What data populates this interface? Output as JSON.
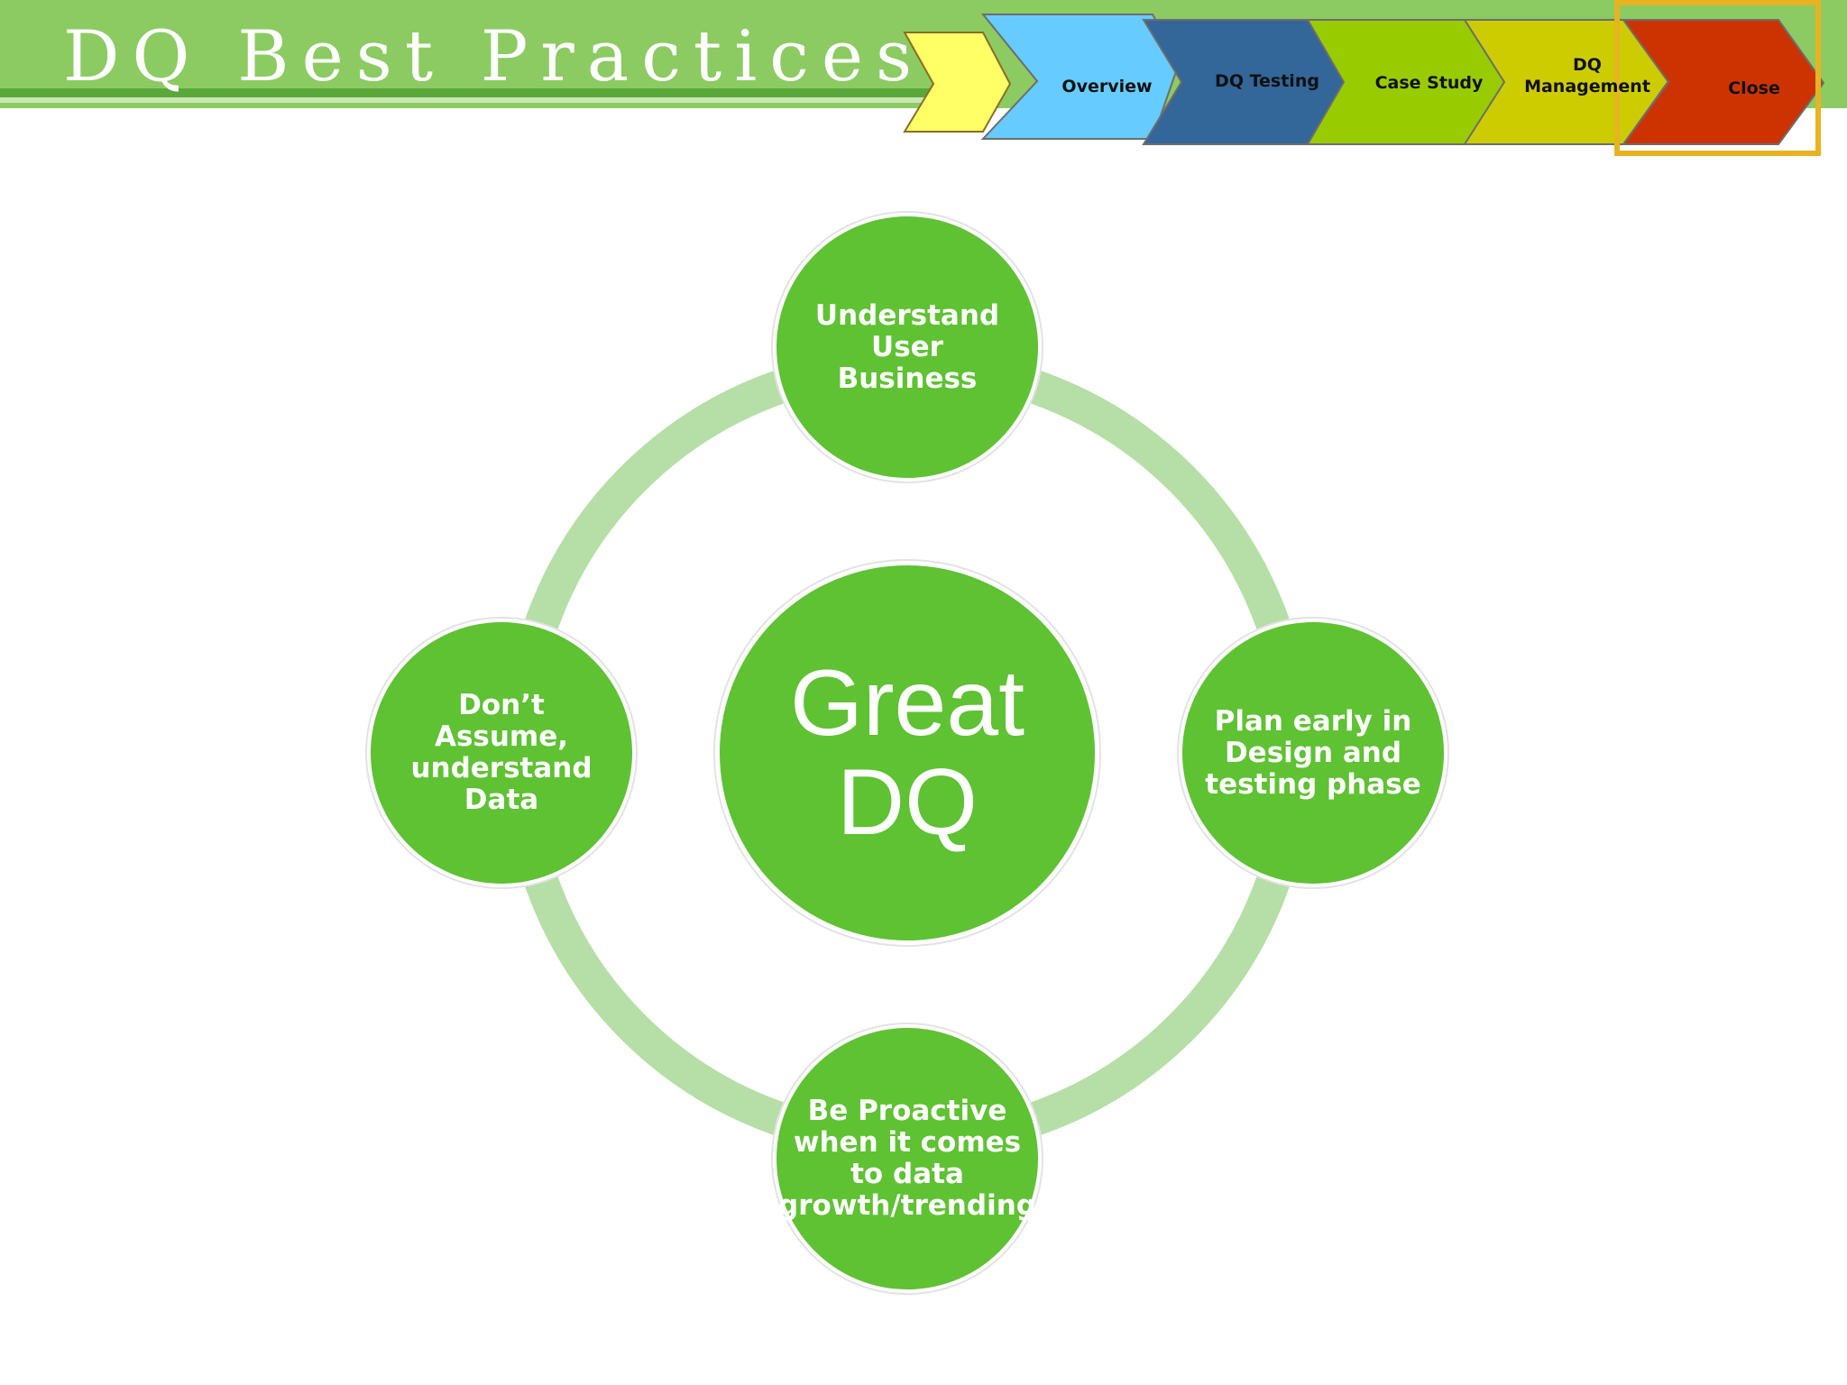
{
  "slide": {
    "title": "DQ Best Practices"
  },
  "nav": {
    "items": [
      {
        "label": "Overview",
        "color": "#66ccff"
      },
      {
        "label": "DQ Testing",
        "color": "#336699"
      },
      {
        "label": "Case Study",
        "color": "#99cc00"
      },
      {
        "label": "DQ Management",
        "color": "#cccc00"
      },
      {
        "label": "Close",
        "color": "#cc3300"
      }
    ],
    "highlight_color": "#e6b422",
    "tail_color": "#ffff66"
  },
  "diagram": {
    "center": {
      "label": "Great DQ"
    },
    "nodes": {
      "top": "Understand User Business",
      "right": "Plan early in Design and testing phase",
      "bottom": "Be Proactive when it comes to data growth/trending",
      "left": "Don’t Assume, understand Data"
    },
    "node_color": "#5ec232",
    "ring_color": "#b5dfa6"
  }
}
